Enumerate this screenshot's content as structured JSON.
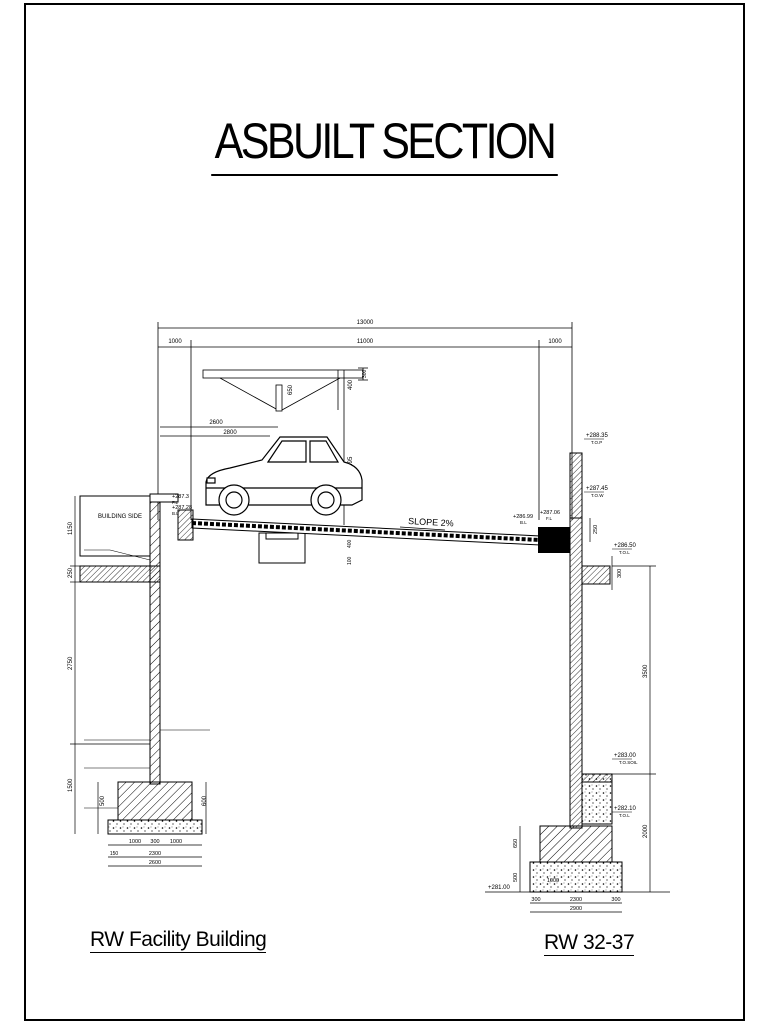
{
  "title": "ASBUILT SECTION",
  "captions": {
    "left": "RW Facility Building",
    "right": "RW 32-37"
  },
  "slope_label": "SLOPE 2%",
  "building_side_label": "BUILDING SIDE",
  "top_dims": {
    "overall": "13000",
    "left": "1000",
    "middle": "11000",
    "right": "1000"
  },
  "canopy_dims": {
    "d1": "650",
    "d2": "400",
    "d3": "2600",
    "d4": "2800",
    "d5": "3495",
    "d6": "300"
  },
  "levels_left": [
    {
      "value": "+287.3",
      "code": "F.L"
    },
    {
      "value": "+287.28",
      "code": "B.L"
    }
  ],
  "levels_mid": [
    {
      "value": "+286.99",
      "code": "B.L"
    },
    {
      "value": "+287.06",
      "code": "F.L"
    }
  ],
  "levels_right": [
    {
      "value": "+288.35",
      "code": "T.O.P"
    },
    {
      "value": "+287.45",
      "code": "T.O.W"
    },
    {
      "value": "+286.50",
      "code": "T.O.L"
    },
    {
      "value": "+283.00",
      "code": "T.O.SOIL"
    },
    {
      "value": "+282.10",
      "code": "T.O.L"
    },
    {
      "value": "+281.00",
      "code": ""
    }
  ],
  "left_dims": {
    "v1": "1150",
    "v2": "250",
    "v3": "2750",
    "v4": "1500",
    "v5": "500",
    "v6": "600"
  },
  "left_footing_dims": {
    "a": "1000",
    "b": "300",
    "c": "1000",
    "d": "150",
    "e": "2300",
    "f": "2600"
  },
  "right_dims": {
    "r1": "250",
    "r2": "300",
    "r3": "3500",
    "r4": "2000",
    "r5": "650",
    "r6": "500"
  },
  "right_footing_dims": {
    "a": "300",
    "b": "2300",
    "c": "300",
    "d": "2900",
    "e": "1000"
  },
  "mid_dims": {
    "m1": "100",
    "m2": "400"
  }
}
